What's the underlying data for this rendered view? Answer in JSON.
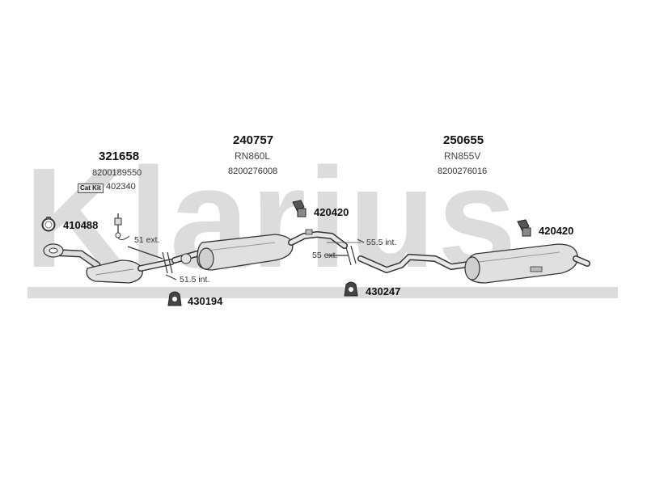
{
  "watermark": {
    "text": "Klarius",
    "color": "#dcdcdc"
  },
  "sections": [
    {
      "part_number": "321658",
      "oe_number": "8200189550",
      "cat_kit_label": "Cat Kit",
      "cat_kit_number": "402340"
    },
    {
      "part_number": "240757",
      "ref_code": "RN860L",
      "oe_number": "8200276008"
    },
    {
      "part_number": "250655",
      "ref_code": "RN855V",
      "oe_number": "8200276016"
    }
  ],
  "accessories": {
    "clamp_left": "410488",
    "bracket_mid": "420420",
    "bracket_right": "420420",
    "rubber_mount_left": "430194",
    "rubber_mount_mid": "430247"
  },
  "dimensions": {
    "joint1_ext": "51 ext.",
    "joint1_int": "51.5 int.",
    "joint2_int": "55.5 int.",
    "joint2_ext": "55 ext."
  }
}
